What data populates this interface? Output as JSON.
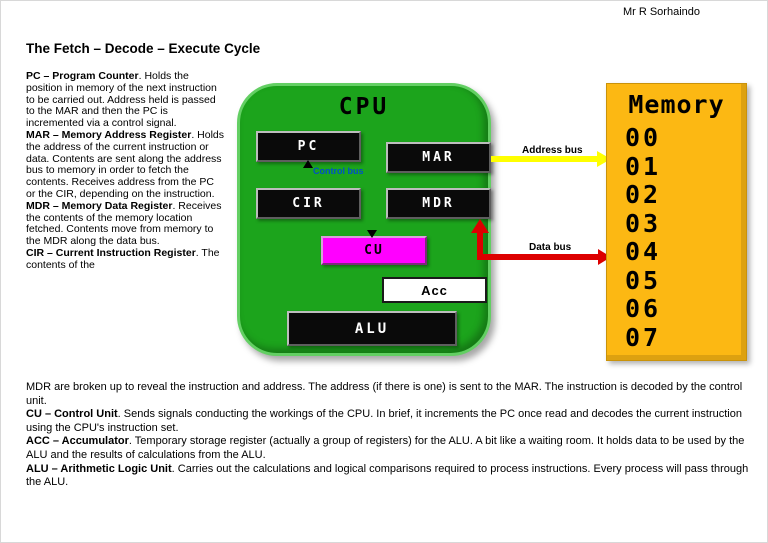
{
  "page": {
    "author": "Mr R Sorhaindo",
    "title": "The Fetch – Decode – Execute Cycle"
  },
  "definitions_left": [
    {
      "term": "PC – Program Counter",
      "text": ". Holds the position in memory of the next instruction to be carried out. Address held is passed to the MAR and then the PC is incremented via a control signal."
    },
    {
      "term": "MAR – Memory Address Register",
      "text": ". Holds the address of the current instruction or data. Contents are sent along the address bus to memory in order to fetch the contents. Receives address from the PC or the CIR, depending on the instruction."
    },
    {
      "term": "MDR – Memory Data Register",
      "text": ". Receives the contents of the memory location fetched. Contents move from memory to the MDR along the data bus."
    },
    {
      "term": "CIR – Current Instruction Register",
      "text": ". The contents of the"
    }
  ],
  "definitions_bottom": [
    {
      "term": "",
      "text": "MDR are broken up to reveal the instruction and address. The address (if there is one) is sent to the MAR. The instruction is decoded by the control unit."
    },
    {
      "term": "CU – Control Unit",
      "text": ". Sends signals conducting the workings of the CPU. In brief, it increments the PC once read and decodes the current instruction using the CPU's instruction set."
    },
    {
      "term": "ACC – Accumulator",
      "text": ". Temporary storage register (actually a group of registers) for the ALU. A bit like a waiting room. It holds data to be used by the ALU and the results of calculations from the ALU."
    },
    {
      "term": "ALU – Arithmetic Logic Unit",
      "text": ". Carries out the calculations and logical comparisons required to process instructions. Every process will pass through the ALU."
    }
  ],
  "cpu": {
    "title": "CPU",
    "registers": {
      "pc": "PC",
      "mar": "MAR",
      "cir": "CIR",
      "mdr": "MDR",
      "cu": "CU",
      "acc": "Acc",
      "alu": "ALU"
    }
  },
  "buses": {
    "control": "Control bus",
    "address": "Address bus",
    "data": "Data bus"
  },
  "memory": {
    "title": "Memory",
    "addresses": [
      "00",
      "01",
      "02",
      "03",
      "04",
      "05",
      "06",
      "07"
    ]
  },
  "colors": {
    "cpu_green": "#1ca41c",
    "cu_magenta": "#ff00ff",
    "memory_orange": "#fcb813",
    "address_bus_yellow": "#ffff00",
    "data_bus_red": "#dd0000",
    "control_bus_blue": "#0050c8"
  }
}
